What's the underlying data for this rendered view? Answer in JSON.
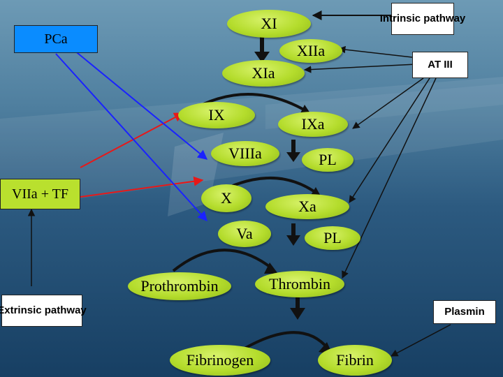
{
  "labels": {
    "xi": "XI",
    "xiia": "XIIa",
    "xia": "XIa",
    "ix": "IX",
    "ixa": "IXa",
    "viiia": "VIIIa",
    "pl1": "PL",
    "x": "X",
    "xa": "Xa",
    "va": "Va",
    "pl2": "PL",
    "prothrombin": "Prothrombin",
    "thrombin": "Thrombin",
    "fibrinogen": "Fibrinogen",
    "fibrin": "Fibrin",
    "intrinsic": "Intrinsic pathway",
    "pca": "PCa",
    "at3": "AT III",
    "viia_tf": "VIIa + TF",
    "extrinsic": "Extrinsic pathway",
    "plasmin": "Plasmin"
  },
  "colors": {
    "node_green": "#b4dc2c",
    "pca_blue": "#0a8cff",
    "inhibit_blue": "#1a22ff",
    "activate_red": "#e81818",
    "arrow_black": "#111111"
  }
}
